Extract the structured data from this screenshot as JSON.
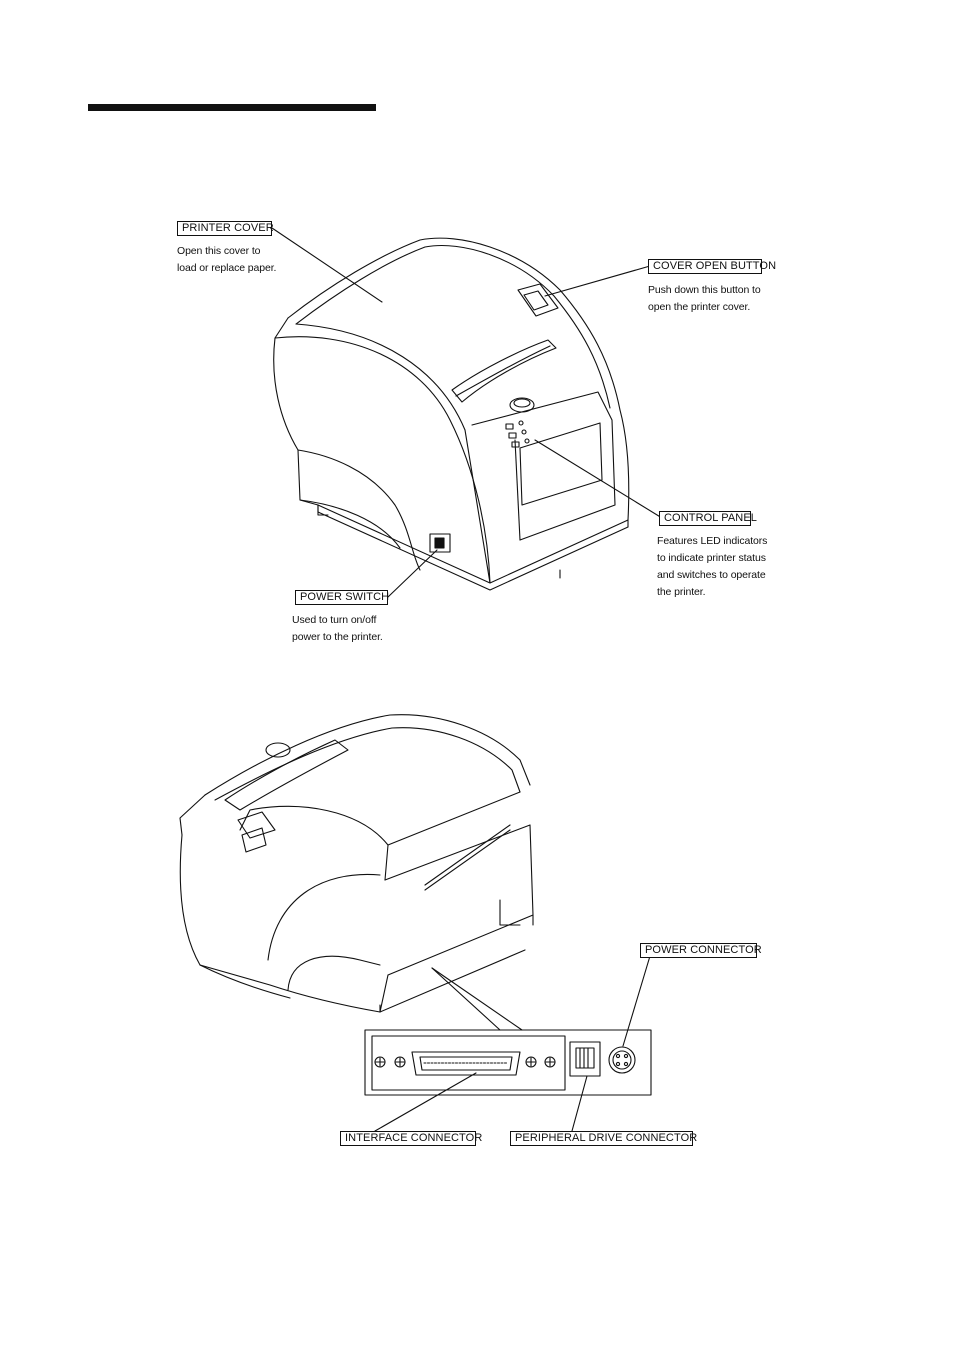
{
  "callouts": {
    "printer_cover": {
      "label": "PRINTER COVER",
      "desc": [
        "Open this cover to",
        "load or replace paper."
      ]
    },
    "cover_open_button": {
      "label": "COVER OPEN BUTTON",
      "desc": [
        "Push down this button to",
        "open the printer cover."
      ]
    },
    "control_panel": {
      "label": "CONTROL PANEL",
      "desc": [
        "Features LED indicators",
        "to indicate printer status",
        "and switches to operate",
        "the printer."
      ]
    },
    "power_switch": {
      "label": "POWER SWITCH",
      "desc": [
        "Used to turn on/off",
        "power to the printer."
      ]
    },
    "power_connector": {
      "label": "POWER CONNECTOR"
    },
    "interface_connector": {
      "label": "INTERFACE CONNECTOR"
    },
    "peripheral_drive_connector": {
      "label": "PERIPHERAL DRIVE CONNECTOR"
    }
  }
}
